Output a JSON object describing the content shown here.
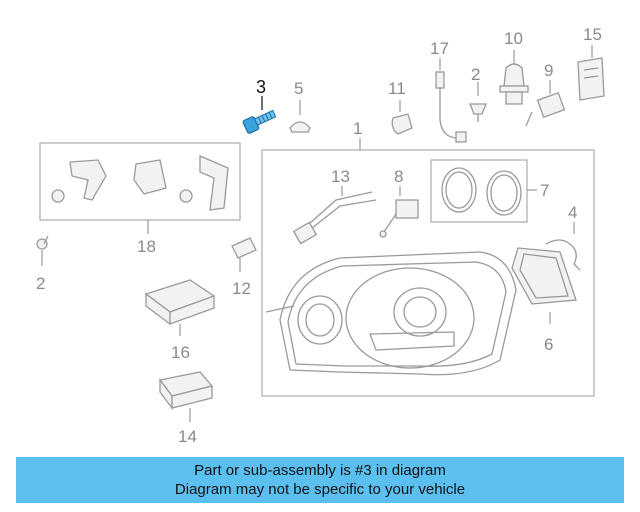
{
  "diagram": {
    "callouts": {
      "c1": "1",
      "c2a": "2",
      "c2b": "2",
      "c3": "3",
      "c4": "4",
      "c5": "5",
      "c6": "6",
      "c7": "7",
      "c8": "8",
      "c9": "9",
      "c10": "10",
      "c11": "11",
      "c12": "12",
      "c13": "13",
      "c14": "14",
      "c15": "15",
      "c16": "16",
      "c17": "17",
      "c18": "18"
    },
    "highlighted_part": "3",
    "highlight_color": "#3aa3e0"
  },
  "banner": {
    "line1": "Part or sub-assembly is #3 in diagram",
    "line2": "Diagram may not be specific to your vehicle",
    "color": "#5bc0f0"
  }
}
